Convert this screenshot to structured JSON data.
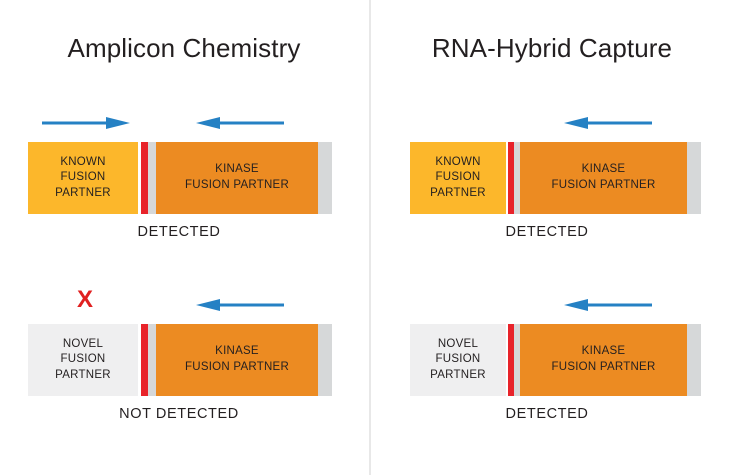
{
  "figure": {
    "background_color": "#ffffff",
    "divider_color": "#e8e8e8",
    "colors": {
      "known_partner": "#fcb72b",
      "novel_partner": "#efeff0",
      "kinase_partner": "#ec8b22",
      "junction_marker": "#e8232a",
      "tail_region": "#d6d8d9",
      "arrow": "#2581c4",
      "x_mark": "#e02020",
      "text": "#231f20"
    }
  },
  "panels": [
    {
      "id": "amplicon-chemistry",
      "title": "Amplicon Chemistry",
      "rows": [
        {
          "id": "known-fusion",
          "markers": [
            {
              "type": "arrow",
              "direction": "right",
              "name": "forward-primer-arrow"
            },
            {
              "type": "arrow",
              "direction": "left",
              "name": "reverse-primer-arrow"
            }
          ],
          "segments": [
            {
              "kind": "known",
              "label": "KNOWN\nFUSION\nPARTNER"
            },
            {
              "kind": "junction",
              "label": ""
            },
            {
              "kind": "kinase",
              "label": "KINASE\nFUSION PARTNER"
            },
            {
              "kind": "tail",
              "label": ""
            }
          ],
          "caption": "DETECTED"
        },
        {
          "id": "novel-fusion",
          "markers": [
            {
              "type": "x",
              "glyph": "X",
              "name": "no-primer-x-mark"
            },
            {
              "type": "arrow",
              "direction": "left",
              "name": "reverse-primer-arrow"
            }
          ],
          "segments": [
            {
              "kind": "novel",
              "label": "NOVEL\nFUSION\nPARTNER"
            },
            {
              "kind": "junction",
              "label": ""
            },
            {
              "kind": "kinase",
              "label": "KINASE\nFUSION PARTNER"
            },
            {
              "kind": "tail",
              "label": ""
            }
          ],
          "caption": "NOT DETECTED"
        }
      ]
    },
    {
      "id": "rna-hybrid-capture",
      "title": "RNA-Hybrid Capture",
      "rows": [
        {
          "id": "known-fusion",
          "markers": [
            {
              "type": "arrow",
              "direction": "left",
              "name": "capture-probe-arrow"
            }
          ],
          "segments": [
            {
              "kind": "known",
              "label": "KNOWN\nFUSION\nPARTNER"
            },
            {
              "kind": "junction",
              "label": ""
            },
            {
              "kind": "kinase",
              "label": "KINASE\nFUSION PARTNER"
            },
            {
              "kind": "tail",
              "label": ""
            }
          ],
          "caption": "DETECTED"
        },
        {
          "id": "novel-fusion",
          "markers": [
            {
              "type": "arrow",
              "direction": "left",
              "name": "capture-probe-arrow"
            }
          ],
          "segments": [
            {
              "kind": "novel",
              "label": "NOVEL\nFUSION\nPARTNER"
            },
            {
              "kind": "junction",
              "label": ""
            },
            {
              "kind": "kinase",
              "label": "KINASE\nFUSION PARTNER"
            },
            {
              "kind": "tail",
              "label": ""
            }
          ],
          "caption": "DETECTED"
        }
      ]
    }
  ]
}
